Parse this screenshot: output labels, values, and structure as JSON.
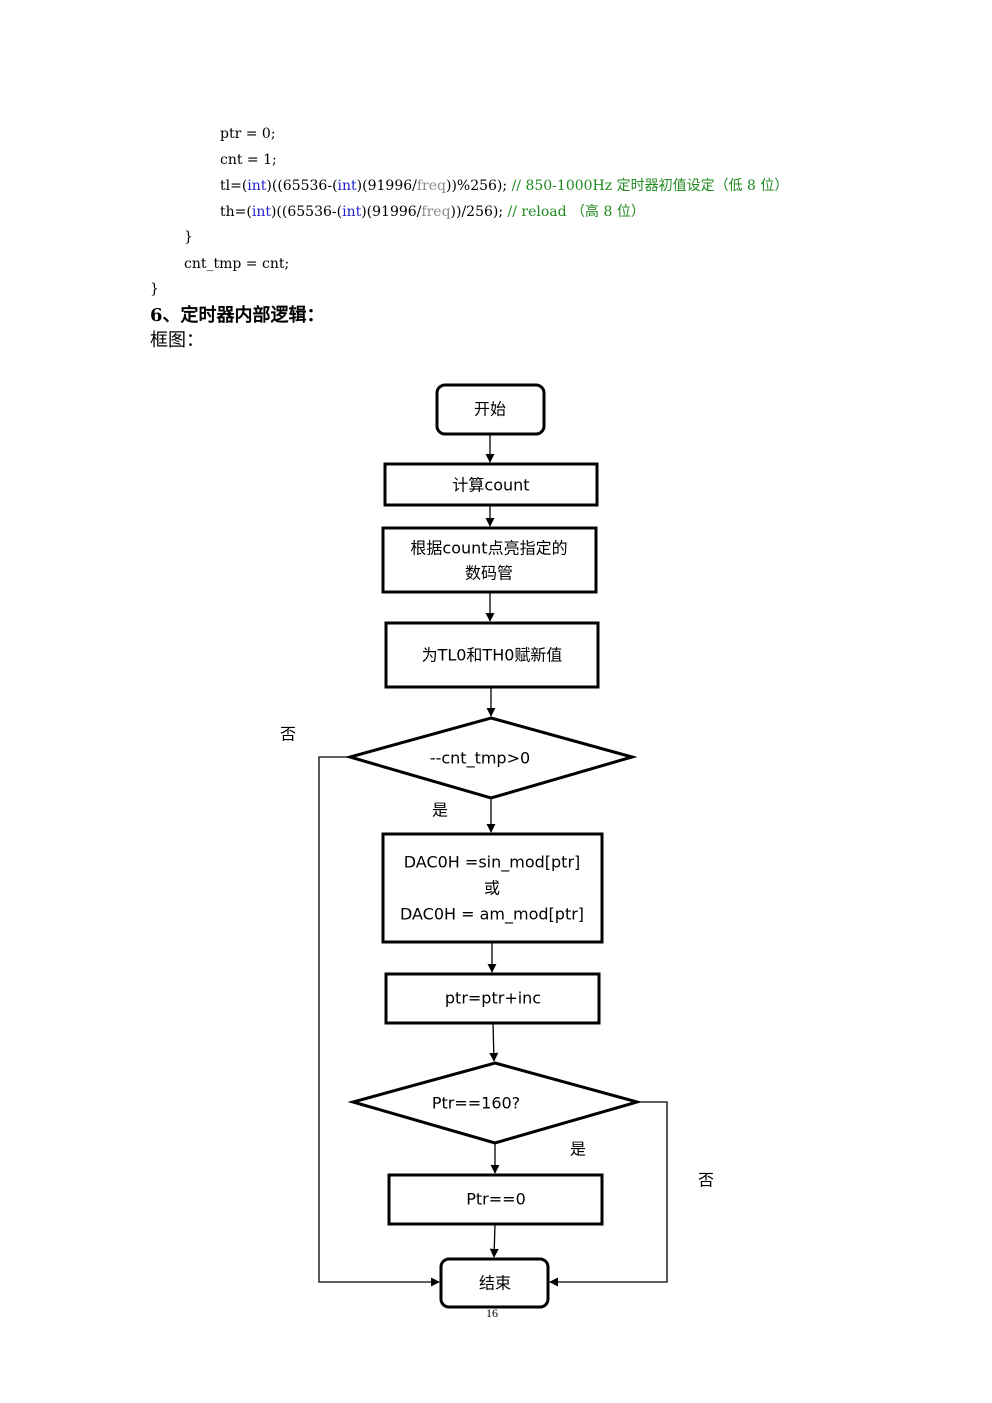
{
  "code": {
    "line1": "ptr = 0;",
    "line2": "cnt = 1;",
    "tl": {
      "prefix": "tl=(",
      "kw1": "int",
      "mid1": ")((65536-(",
      "kw2": "int",
      "mid2": ")(91996/",
      "var": "freq",
      "suffix": "))%256);",
      "comment": "// 850-1000Hz 定时器初值设定（低 8 位）"
    },
    "th": {
      "prefix": "th=(",
      "kw1": "int",
      "mid1": ")((65536-(",
      "kw2": "int",
      "mid2": ")(91996/",
      "var": "freq",
      "suffix": "))/256);",
      "comment": "// reload （高 8 位）"
    },
    "close_inner": "}",
    "cnt_tmp": "cnt_tmp = cnt;",
    "close_outer": "}"
  },
  "section": {
    "heading": "6、定时器内部逻辑：",
    "subheading": "框图："
  },
  "flowchart": {
    "start": "开始",
    "calc_count": "计算count",
    "light_line1": "根据count点亮指定的",
    "light_line2": "数码管",
    "assign": "为TL0和TH0赋新值",
    "cond1": "--cnt_tmp>0",
    "cond1_no": "否",
    "cond1_yes": "是",
    "dac_line1": "DAC0H =sin_mod[ptr]",
    "dac_line2": "或",
    "dac_line3": "DAC0H = am_mod[ptr]",
    "ptr_inc": "ptr=ptr+inc",
    "cond2": "Ptr==160?",
    "cond2_yes": "是",
    "cond2_no": "否",
    "reset": "Ptr==0",
    "end": "结束"
  },
  "page_number": "16"
}
